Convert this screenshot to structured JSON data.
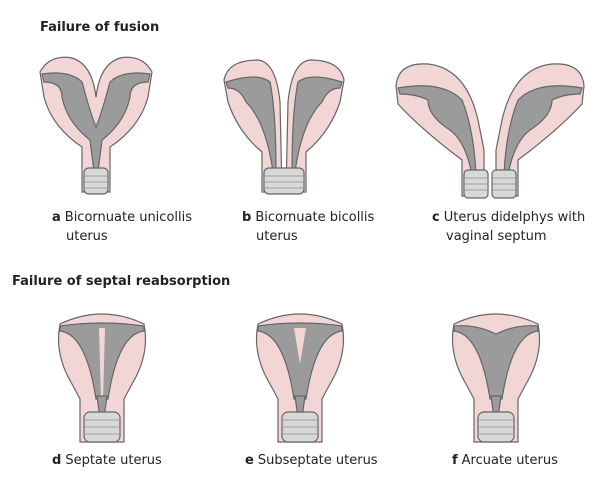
{
  "sections": [
    {
      "title": "Failure of fusion",
      "figures": [
        {
          "letter": "a",
          "line1": "Bicornuate unicollis",
          "line2": "uterus"
        },
        {
          "letter": "b",
          "line1": "Bicornuate bicollis",
          "line2": "uterus"
        },
        {
          "letter": "c",
          "line1": "Uterus didelphys with",
          "line2": "vaginal septum"
        }
      ]
    },
    {
      "title": "Failure of septal reabsorption",
      "figures": [
        {
          "letter": "d",
          "line1": "Septate uterus"
        },
        {
          "letter": "e",
          "line1": "Subseptate uterus"
        },
        {
          "letter": "f",
          "line1": "Arcuate uterus"
        }
      ]
    }
  ],
  "colors": {
    "tissue": "#f2d6d6",
    "cavity": "#9b9b9b",
    "vagina": "#d8d8d8"
  }
}
